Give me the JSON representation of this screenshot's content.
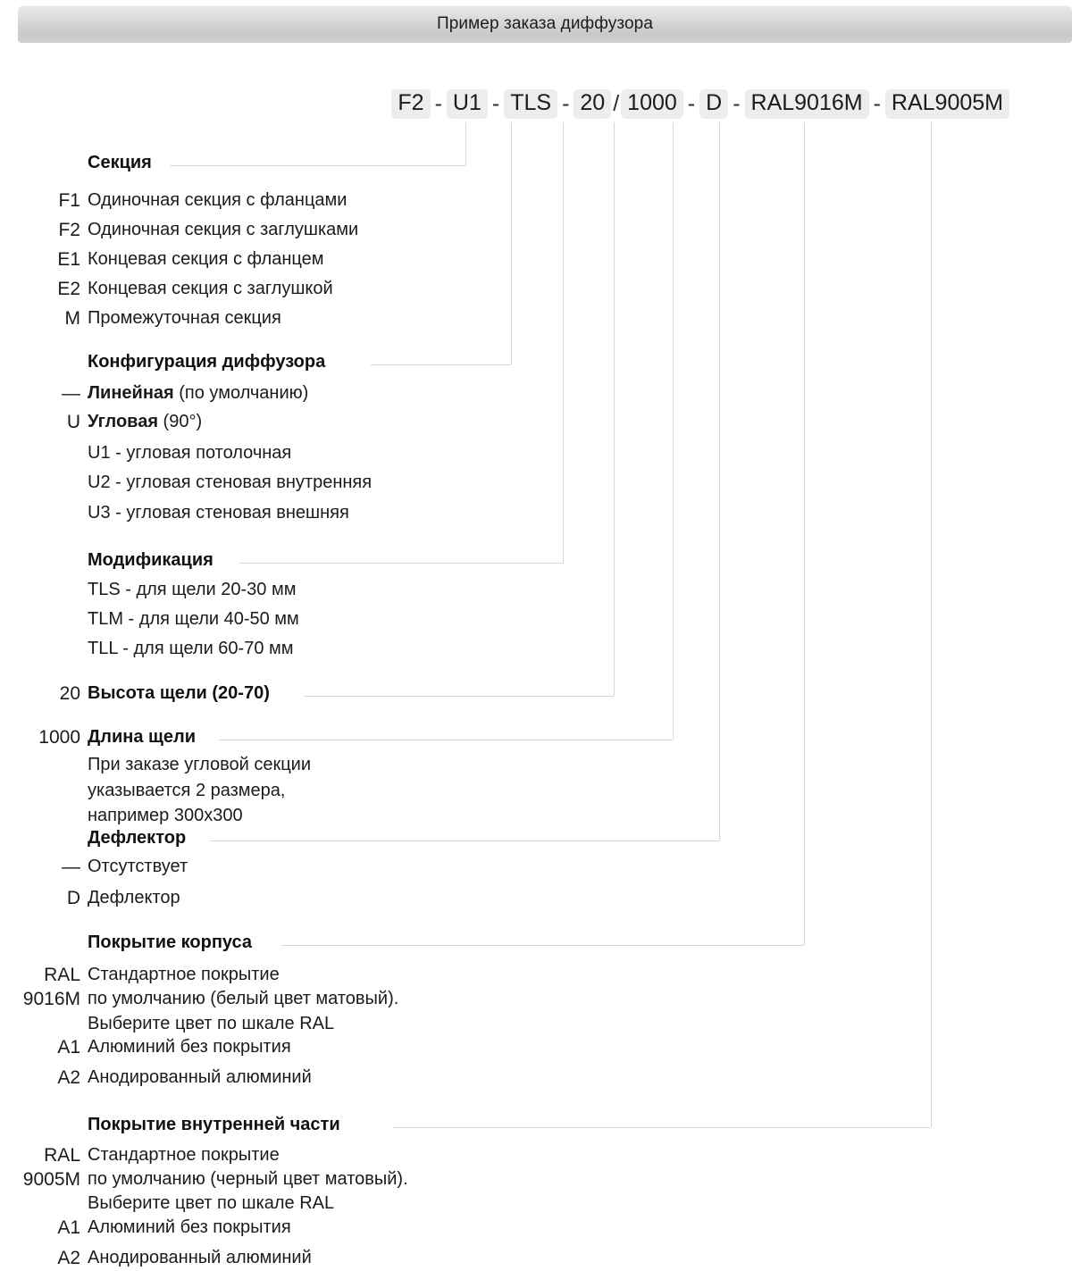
{
  "header": {
    "title": "Пример заказа диффузора"
  },
  "code_string": {
    "parts": [
      {
        "type": "chip",
        "text": "F2"
      },
      {
        "type": "sep",
        "text": "-"
      },
      {
        "type": "chip",
        "text": "U1"
      },
      {
        "type": "sep",
        "text": "-"
      },
      {
        "type": "chip",
        "text": "TLS"
      },
      {
        "type": "sep",
        "text": "-"
      },
      {
        "type": "chip",
        "text": "20"
      },
      {
        "type": "slash",
        "text": "/"
      },
      {
        "type": "chip",
        "text": "1000"
      },
      {
        "type": "sep",
        "text": "-"
      },
      {
        "type": "chip",
        "text": "D"
      },
      {
        "type": "sep",
        "text": "-"
      },
      {
        "type": "chip",
        "text": "RAL9016M"
      },
      {
        "type": "sep",
        "text": "-"
      },
      {
        "type": "chip",
        "text": "RAL9005M"
      }
    ]
  },
  "sections": [
    {
      "id": "section",
      "heading": "Секция",
      "options": [
        {
          "code": "F1",
          "text": "Одиночная секция с  фланцами"
        },
        {
          "code": "F2",
          "text": "Одиночная секция с заглушками"
        },
        {
          "code": "E1",
          "text": "Концевая секция с фланцем"
        },
        {
          "code": "E2",
          "text": "Концевая секция с заглушкой"
        },
        {
          "code": "M",
          "text": "Промежуточная секция"
        }
      ]
    },
    {
      "id": "configuration",
      "heading": "Конфигурация диффузора",
      "options": [
        {
          "code": "—",
          "bold": "Линейная",
          "rest": " (по умолчанию)"
        },
        {
          "code": "U",
          "bold": "Угловая",
          "rest": " (90°)"
        },
        {
          "sub": "U1 - угловая потолочная"
        },
        {
          "sub": "U2 - угловая стеновая внутренняя"
        },
        {
          "sub": "U3 - угловая стеновая внешняя"
        }
      ]
    },
    {
      "id": "modification",
      "heading": "Модификация",
      "options": [
        {
          "sub": "TLS -  для щели 20-30 мм"
        },
        {
          "sub": "TLM -  для щели 40-50 мм"
        },
        {
          "sub": "TLL -  для щели 60-70 мм"
        }
      ]
    },
    {
      "id": "slot-height",
      "code": "20",
      "heading": "Высота щели (20-70)",
      "options": []
    },
    {
      "id": "slot-length",
      "code": "1000",
      "heading": "Длина щели",
      "options": [
        {
          "sub": "При заказе угловой секции"
        },
        {
          "sub": "указывается 2 размера,"
        },
        {
          "sub": "например 300х300"
        }
      ]
    },
    {
      "id": "deflector",
      "heading": "Дефлектор",
      "options": [
        {
          "code": "—",
          "text": "Отсутствует"
        },
        {
          "code": "D",
          "text": "Дефлектор"
        }
      ]
    },
    {
      "id": "body-coating",
      "heading": "Покрытие корпуса",
      "options": [
        {
          "code": "RAL",
          "text": "Стандартное покрытие"
        },
        {
          "code": "9016M",
          "text": "по умолчанию (белый цвет матовый)."
        },
        {
          "sub": "Выберите цвет по шкале RAL"
        },
        {
          "code": "A1",
          "text": "Алюминий без покрытия"
        },
        {
          "code": "A2",
          "text": "Анодированный алюминий"
        }
      ]
    },
    {
      "id": "inner-coating",
      "heading": "Покрытие внутренней части",
      "options": [
        {
          "code": "RAL",
          "text": "Стандартное покрытие"
        },
        {
          "code": "9005M",
          "text": "по умолчанию (черный цвет матовый)."
        },
        {
          "sub": "Выберите цвет по шкале RAL"
        },
        {
          "code": "A1",
          "text": "Алюминий без покрытия"
        },
        {
          "code": "A2",
          "text": "Анодированный алюминий"
        }
      ]
    }
  ],
  "colors": {
    "line": "#d6d6d6",
    "chip_bg": "#ededed",
    "text": "#1b1b1b"
  }
}
